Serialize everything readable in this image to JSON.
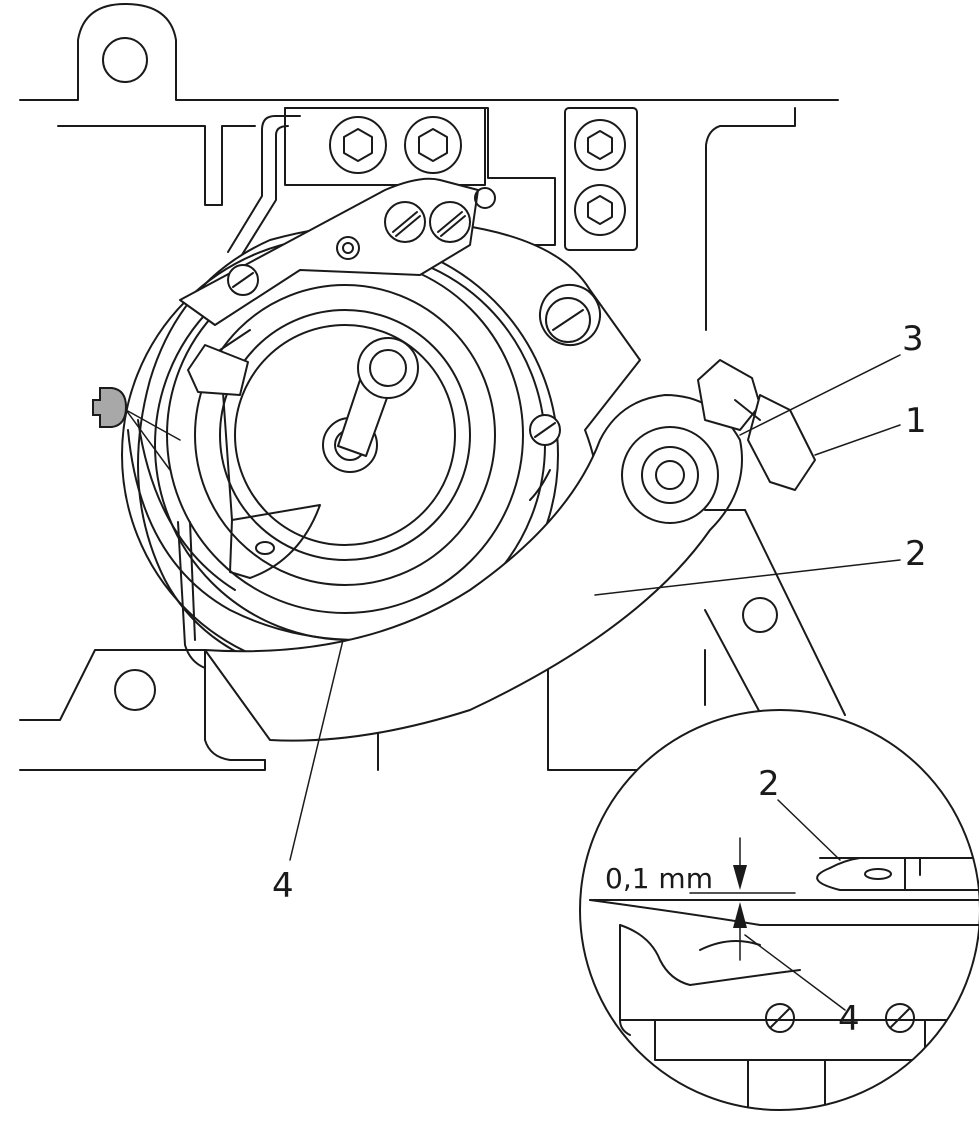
{
  "callouts": {
    "label_1": "1",
    "label_2": "2",
    "label_3": "3",
    "label_4": "4"
  },
  "detail": {
    "label_2": "2",
    "label_4": "4",
    "dimension": "0,1 mm"
  },
  "colors": {
    "line": "#1a1a1a",
    "background": "#ffffff",
    "gauge_fill": "#a8a8a8"
  }
}
